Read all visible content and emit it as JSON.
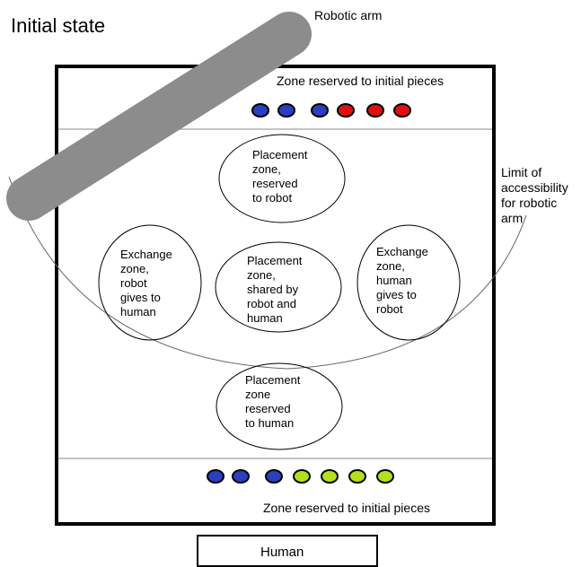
{
  "title": "Initial state",
  "robotic_arm_label": "Robotic arm",
  "limit_label": [
    "Limit of",
    "accessibility",
    "for robotic",
    "arm"
  ],
  "top_zone_label": "Zone reserved to initial pieces",
  "bottom_zone_label": "Zone reserved to initial pieces",
  "human_label": "Human",
  "zones": {
    "robot_placement": [
      "Placement",
      "zone,",
      "reserved",
      "to robot"
    ],
    "exchange_robot_to_human": [
      "Exchange",
      "zone,",
      "robot",
      "gives to",
      "human"
    ],
    "shared_placement": [
      "Placement",
      "zone,",
      "shared by",
      "robot and",
      "human"
    ],
    "exchange_human_to_robot": [
      "Exchange",
      "zone,",
      "human",
      "gives to",
      "robot"
    ],
    "human_placement": [
      "Placement",
      "zone",
      "reserved",
      "to human"
    ]
  },
  "top_pieces": [
    "blue",
    "blue",
    "blue",
    "red",
    "red",
    "red"
  ],
  "bottom_pieces": [
    "blue",
    "blue",
    "blue",
    "green",
    "green",
    "green",
    "green"
  ],
  "colors": {
    "blue": "#2a3fbf",
    "red": "#e01010",
    "green": "#b3e01a",
    "arm": "#8c8c8c",
    "frame": "#000000",
    "line": "#888888"
  }
}
